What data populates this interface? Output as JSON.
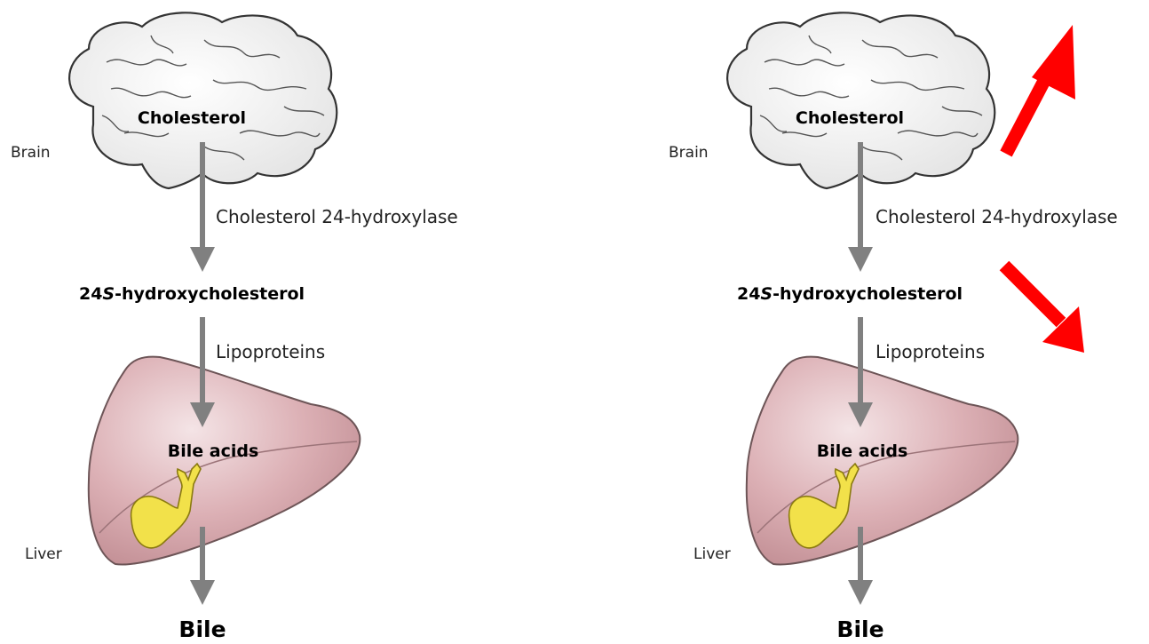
{
  "panels": [
    {
      "organ_brain": "Brain",
      "substrate": "Cholesterol",
      "enzyme": "Cholesterol 24-hydroxylase",
      "product_prefix": "24",
      "product_italic": "S",
      "product_suffix": "-hydroxycholesterol",
      "transport": "Lipoproteins",
      "metabolite": "Bile acids",
      "organ_liver": "Liver",
      "output": "Bile"
    },
    {
      "organ_brain": "Brain",
      "substrate": "Cholesterol",
      "enzyme": "Cholesterol 24-hydroxylase",
      "product_prefix": "24",
      "product_italic": "S",
      "product_suffix": "-hydroxycholesterol",
      "transport": "Lipoproteins",
      "metabolite": "Bile acids",
      "organ_liver": "Liver",
      "output": "Bile"
    }
  ],
  "indicators": {
    "cholesterol_trend": "increase",
    "hydroxycholesterol_trend": "decrease",
    "color": "#ff0000"
  },
  "colors": {
    "flow_arrow": "#808080",
    "brain_fill": "#f2f2f2",
    "liver_fill": "#d9a9ae",
    "gallbladder_fill": "#f2e14a"
  }
}
